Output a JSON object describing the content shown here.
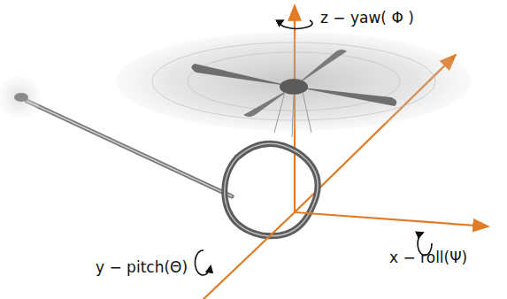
{
  "diagram": {
    "labels": [
      "z − yaw( Φ )",
      "x − roll(Ψ)",
      "y − pitch(Θ)"
    ]
  }
}
